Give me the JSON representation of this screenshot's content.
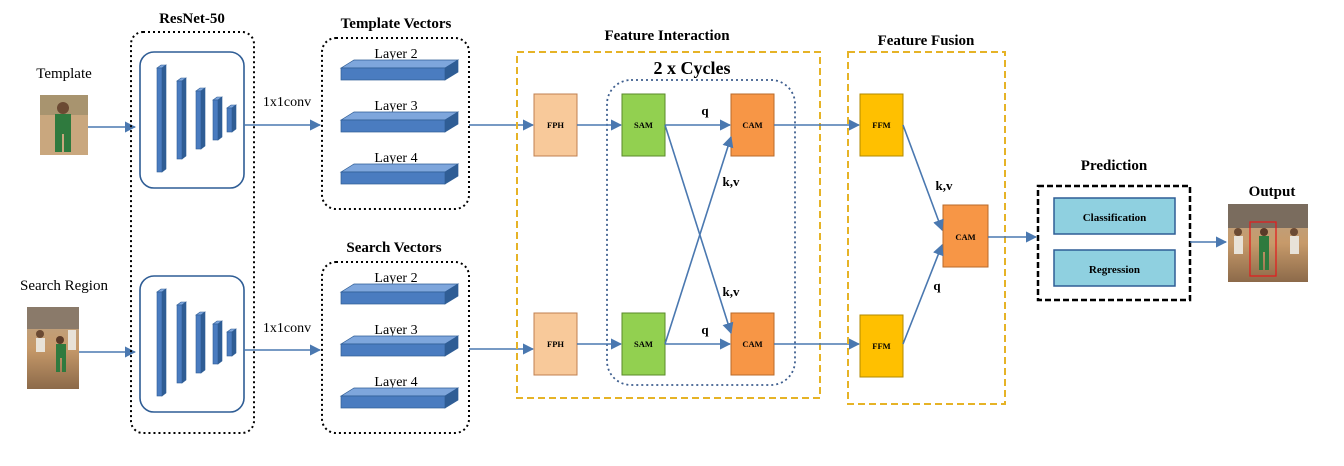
{
  "inputs": {
    "template_label": "Template",
    "search_label": "Search Region"
  },
  "backbone": {
    "title": "ResNet-50",
    "conv_label_top": "1x1conv",
    "conv_label_bottom": "1x1conv"
  },
  "template_vectors": {
    "title": "Template Vectors",
    "layers": [
      "Layer 2",
      "Layer 3",
      "Layer 4"
    ]
  },
  "search_vectors": {
    "title": "Search Vectors",
    "layers": [
      "Layer 2",
      "Layer 3",
      "Layer 4"
    ]
  },
  "feature_interaction": {
    "title": "Feature Interaction",
    "cycles_label": "2 x Cycles",
    "fph_top": "FPH",
    "fph_bottom": "FPH",
    "sam_top": "SAM",
    "sam_bottom": "SAM",
    "cam_top": "CAM",
    "cam_bottom": "CAM",
    "q_top": "q",
    "q_bottom": "q",
    "kv_top": "k,v",
    "kv_bottom": "k,v"
  },
  "feature_fusion": {
    "title": "Feature Fusion",
    "ffm_top": "FFM",
    "ffm_bottom": "FFM",
    "kv": "k,v",
    "q": "q",
    "cam": "CAM"
  },
  "prediction": {
    "title": "Prediction",
    "classification": "Classification",
    "regression": "Regression"
  },
  "output": {
    "title": "Output"
  },
  "colors": {
    "arrow": "#4a78b0",
    "cube_front": "#4a7cc0",
    "cube_top": "#7ea6dc",
    "cube_side": "#2f5d95",
    "fph": "#f8c99a",
    "sam": "#92d050",
    "cam": "#f79646",
    "ffm": "#ffc000",
    "pred_box": "#8fd0e0",
    "dashed_gold": "#e6b326"
  }
}
